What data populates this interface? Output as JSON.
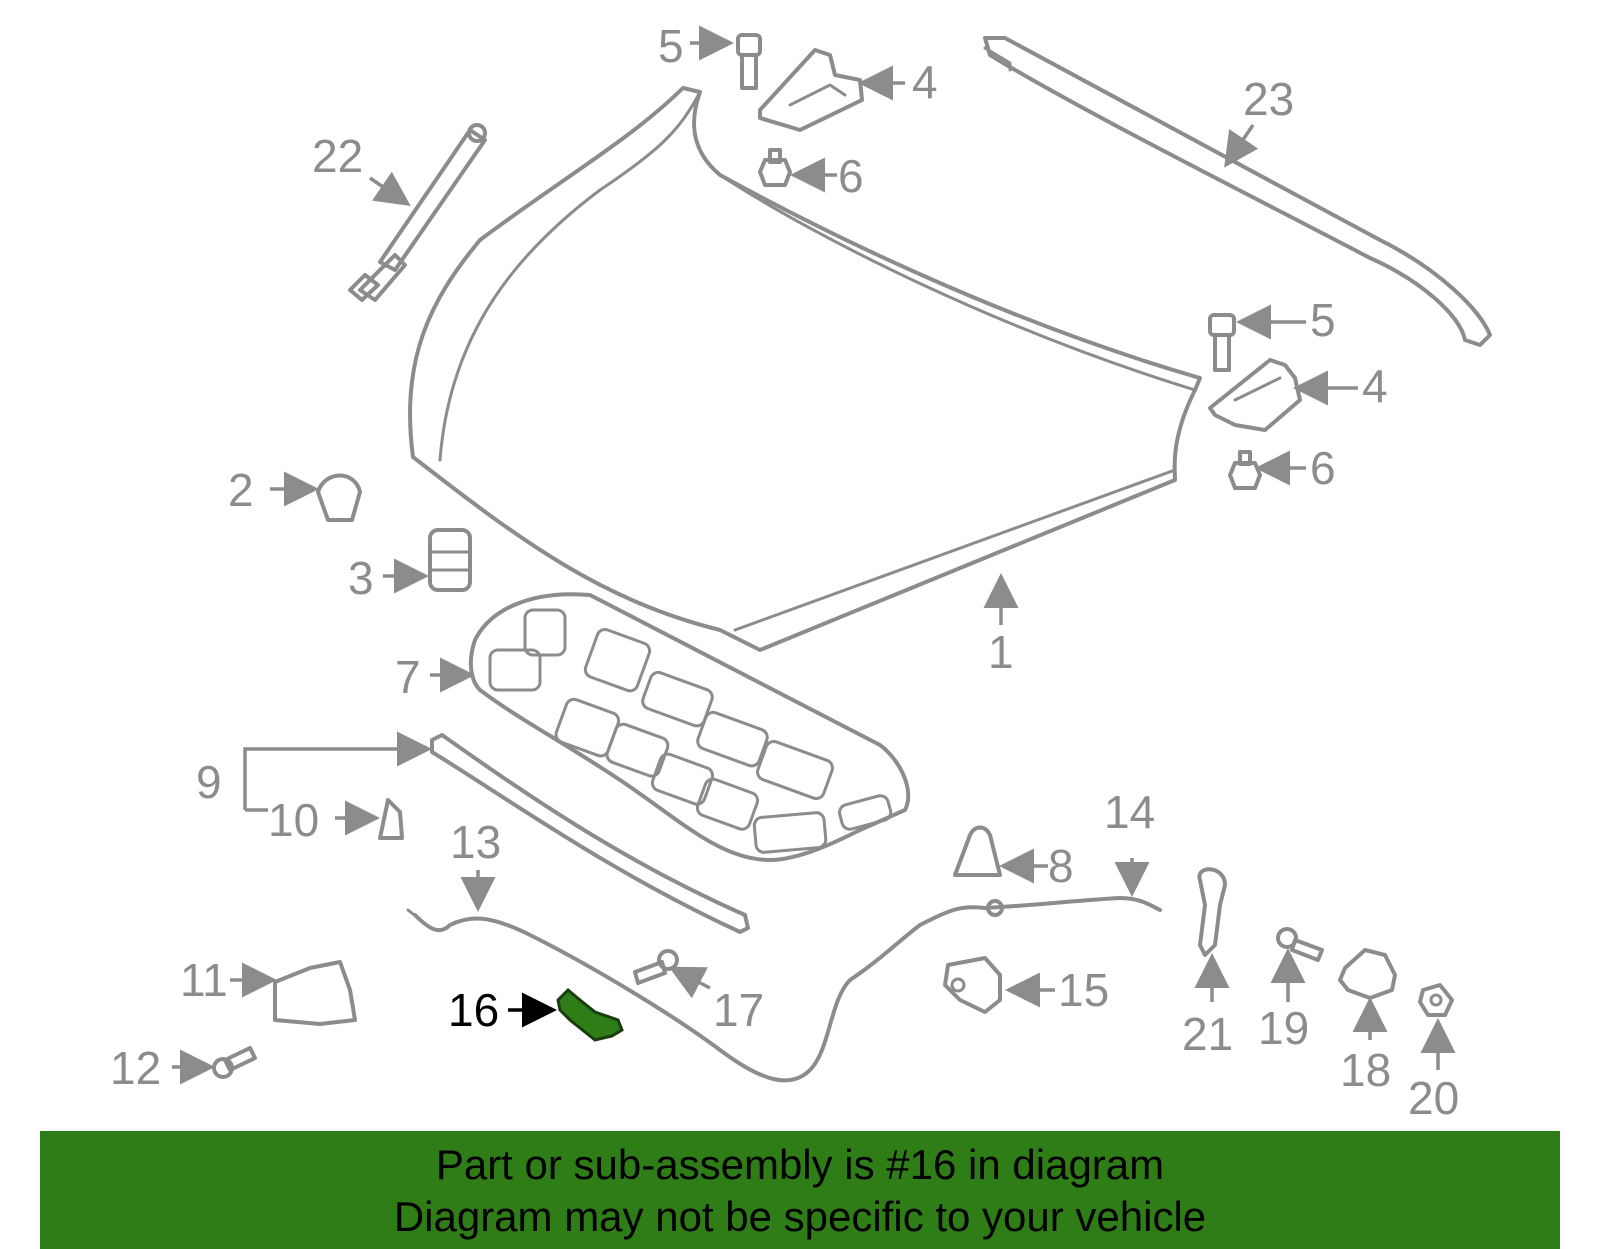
{
  "callouts": {
    "c1": "1",
    "c2": "2",
    "c3": "3",
    "c4a": "4",
    "c4b": "4",
    "c5a": "5",
    "c5b": "5",
    "c6a": "6",
    "c6b": "6",
    "c7": "7",
    "c8": "8",
    "c9": "9",
    "c10": "10",
    "c11": "11",
    "c12": "12",
    "c13": "13",
    "c14": "14",
    "c15": "15",
    "c16": "16",
    "c17": "17",
    "c18": "18",
    "c19": "19",
    "c20": "20",
    "c21": "21",
    "c22": "22",
    "c23": "23"
  },
  "highlighted_part": "16",
  "colors": {
    "line": "#8c8c8c",
    "highlight_part": "#2e7d17",
    "banner": "#2e7d17",
    "highlight_label": "#000000"
  },
  "banner": {
    "line1": "Part or sub-assembly is #16 in diagram",
    "line2": "Diagram may not be specific to your vehicle"
  }
}
